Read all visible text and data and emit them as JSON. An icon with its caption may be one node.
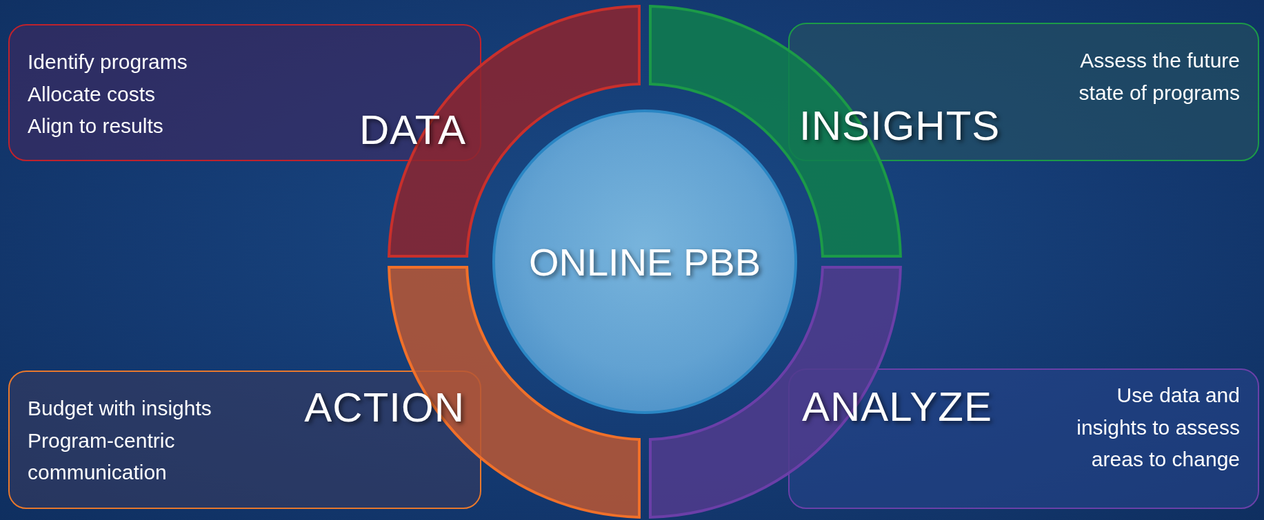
{
  "diagram": {
    "nodes": [
      {
        "text": [
          "DATA",
          "Identify programs",
          "Allocate costs",
          "Align to results"
        ]
      },
      {
        "text": [
          "INSIGHTS",
          "Assess the future state of programs"
        ]
      },
      {
        "text": [],
        "shape": "arc"
      },
      {
        "text": [],
        "shape": "arc"
      },
      {
        "text": [
          "ONLINE PBB"
        ]
      },
      {
        "text": [],
        "shape": "arc"
      },
      {
        "text": [],
        "shape": "arc"
      },
      {
        "text": [
          "Budget with insights",
          "Program-centric communication",
          "ACTION"
        ]
      },
      {
        "text": [
          "ANALYZE",
          "Use data and insights to assess areas to change"
        ]
      }
    ],
    "edges": []
  }
}
